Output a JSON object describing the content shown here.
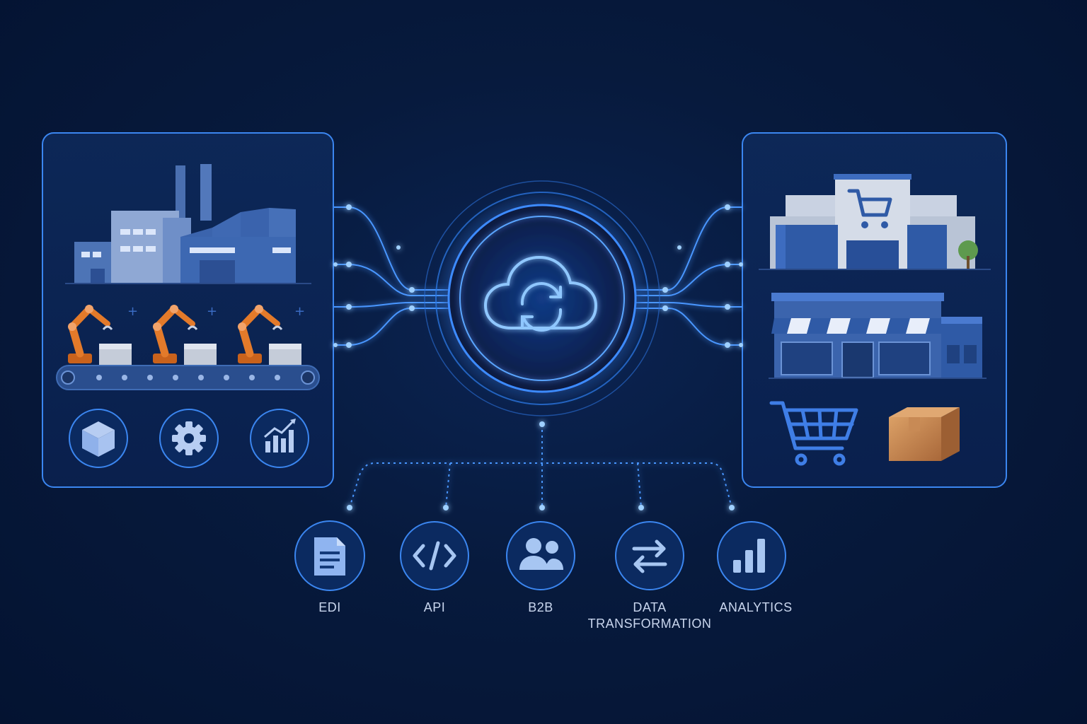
{
  "services": [
    {
      "id": "edi",
      "label_lines": [
        "EDI"
      ],
      "icon": "document-icon"
    },
    {
      "id": "api",
      "label_lines": [
        "API"
      ],
      "icon": "code-icon"
    },
    {
      "id": "b2b",
      "label_lines": [
        "B2B"
      ],
      "icon": "users-icon"
    },
    {
      "id": "data-transformation",
      "label_lines": [
        "DATA",
        "TRANSFORMATION"
      ],
      "icon": "swap-arrows-icon"
    },
    {
      "id": "analytics",
      "label_lines": [
        "ANALYTICS"
      ],
      "icon": "bar-chart-icon"
    }
  ],
  "hub": {
    "icon": "cloud-sync-icon"
  },
  "manufacturer_panel": {
    "scene": [
      "factory-icon",
      "robotic-arm-icon",
      "conveyor-belt-icon"
    ],
    "icons": [
      "box-icon",
      "gear-icon",
      "growth-chart-icon"
    ]
  },
  "retail_panel": {
    "scene": [
      "supermarket-icon",
      "storefront-icon"
    ],
    "icons": [
      "shopping-cart-icon",
      "package-icon"
    ]
  },
  "colors": {
    "background": "#071a3d",
    "accent": "#3d8bff",
    "building": "#3d6cc0",
    "robot": "#e37a2a",
    "package": "#c98446"
  }
}
